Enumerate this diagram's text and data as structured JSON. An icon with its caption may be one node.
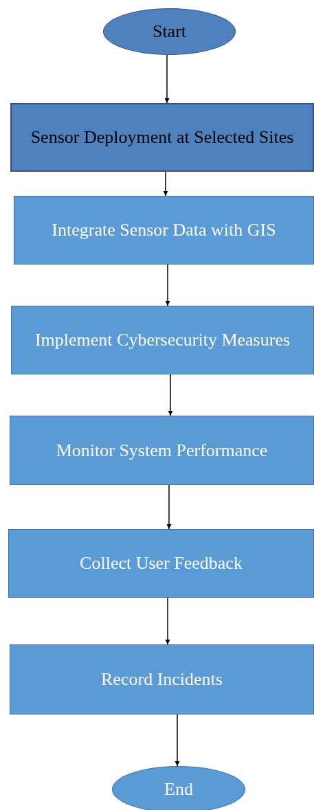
{
  "diagram": {
    "nodes": [
      {
        "text": [
          "Start"
        ]
      },
      {
        "text": [
          "Sensor Deployment at Selected Sites"
        ]
      },
      {
        "text": [
          "Integrate Sensor Data with GIS"
        ]
      },
      {
        "text": [
          "Implement Cybersecurity Measures"
        ]
      },
      {
        "text": [
          "Monitor System Performance"
        ]
      },
      {
        "text": [
          "Collect User Feedback"
        ]
      },
      {
        "text": [
          "Record Incidents"
        ]
      },
      {
        "text": [
          "End"
        ]
      }
    ],
    "edges": [
      {
        "from": 0,
        "to": 1,
        "arrow": "to"
      },
      {
        "from": 1,
        "to": 2,
        "arrow": "to"
      },
      {
        "from": 2,
        "to": 3,
        "arrow": "to"
      },
      {
        "from": 3,
        "to": 4,
        "arrow": "to"
      },
      {
        "from": 4,
        "to": 5,
        "arrow": "to"
      },
      {
        "from": 5,
        "to": 6,
        "arrow": "to"
      },
      {
        "from": 6,
        "to": 7,
        "arrow": "to"
      }
    ]
  }
}
